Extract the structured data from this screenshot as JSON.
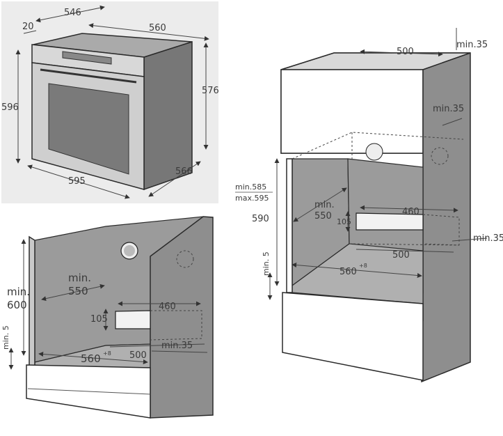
{
  "oven": {
    "depth_front_label": "546",
    "panel_label": "20",
    "width_top_label": "560",
    "height_left_label": "596",
    "height_right_label": "576",
    "width_bottom_label": "595",
    "depth_bottom_label": "566"
  },
  "under_counter": {
    "depth_label_line1": "min.",
    "depth_label_line2": "550",
    "height_label_line1": "min.",
    "height_label_line2": "600",
    "plinth_label": "min. 5",
    "vent_width_label": "460",
    "vent_height_label": "105",
    "width_label": "560",
    "width_tolerance": "+8",
    "back_width_label": "500",
    "gap_label": "min.35"
  },
  "column": {
    "top_width_label": "500",
    "top_gap_label": "min.35",
    "side_gap_label": "min.35",
    "opening_height_line1": "min.585",
    "opening_height_line2": "max.595",
    "inner_height_label": "590",
    "depth_label_line1": "min.",
    "depth_label_line2": "550",
    "vent_width_label": "460",
    "vent_height_label": "105",
    "back_width_label": "500",
    "right_gap_label": "min.35",
    "plinth_label": "min. 5",
    "width_label": "560",
    "width_tolerance": "+8"
  }
}
